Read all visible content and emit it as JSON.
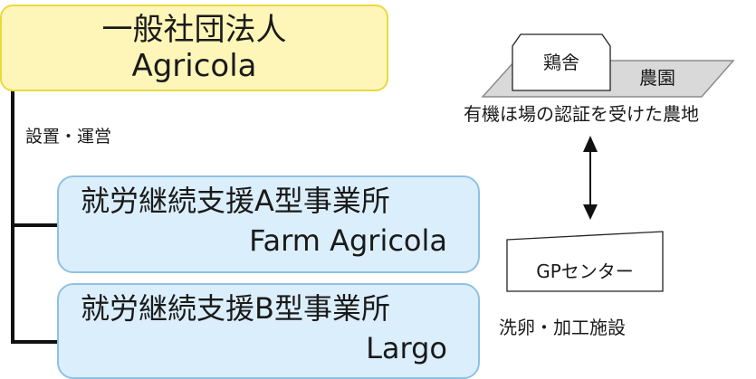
{
  "organization": {
    "line1": "一般社団法人",
    "line2": "Agricola"
  },
  "relation_label": "設置・運営",
  "units": [
    {
      "line1": "就労継続支援A型事業所",
      "line2": "Farm Agricola"
    },
    {
      "line1": "就労継続支援B型事業所",
      "line2": "Largo"
    }
  ],
  "farm": {
    "coop_label": "鶏舎",
    "farm_label": "農園",
    "land_label": "有機ほ場の認証を受けた農地"
  },
  "gp_center": {
    "label": "GPセンター",
    "caption": "洗卵・加工施設"
  },
  "colors": {
    "org_fill": "#fdf6b8",
    "org_border": "#e9d940",
    "unit_fill": "#dbeefc",
    "unit_border": "#8fc1e3",
    "field_fill": "#d9d9d9"
  }
}
